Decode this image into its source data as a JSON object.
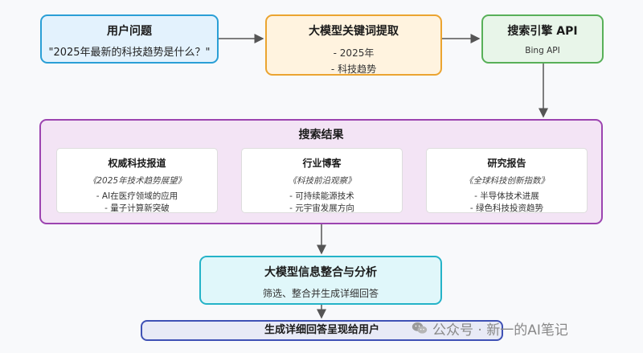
{
  "user": {
    "title": "用户问题",
    "question": "\"2025年最新的科技趋势是什么？\""
  },
  "keywords": {
    "title": "大模型关键词提取",
    "items": [
      "- 2025年",
      "- 科技趋势"
    ]
  },
  "search_api": {
    "title": "搜索引擎 API",
    "subtitle": "Bing API"
  },
  "results": {
    "title": "搜索结果",
    "cards": [
      {
        "title": "权威科技报道",
        "subtitle": "《2025年技术趋势展望》",
        "bullets": [
          "- AI在医疗领域的应用",
          "- 量子计算新突破"
        ]
      },
      {
        "title": "行业博客",
        "subtitle": "《科技前沿观察》",
        "bullets": [
          "- 可持续能源技术",
          "- 元宇宙发展方向"
        ]
      },
      {
        "title": "研究报告",
        "subtitle": "《全球科技创新指数》",
        "bullets": [
          "- 半导体技术进展",
          "- 绿色科技投资趋势"
        ]
      }
    ]
  },
  "analysis": {
    "title": "大模型信息整合与分析",
    "subtitle": "筛选、整合并生成详细回答"
  },
  "answer": {
    "title": "生成详细回答呈现给用户"
  },
  "watermark": {
    "text": "公众号 · 新一的AI笔记",
    "icon": "wechat-icon"
  }
}
